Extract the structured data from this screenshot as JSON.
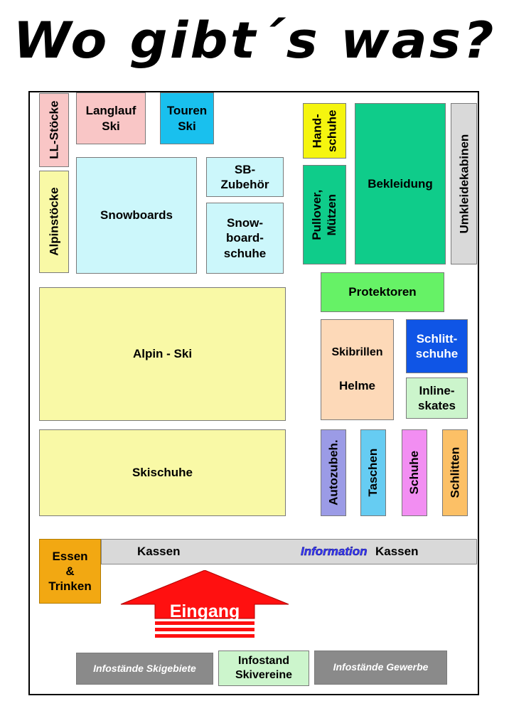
{
  "title": "Wo gibt´s was?",
  "zones": {
    "ll_stoecke": "LL-Stöcke",
    "langlauf_ski": "Langlauf\nSki",
    "touren_ski": "Touren\nSki",
    "handschuhe": "Hand-\nschuhe",
    "bekleidung": "Bekleidung",
    "umkleidekabinen": "Umkleidekabinen",
    "alpinstoecke": "Alpinstöcke",
    "snowboards": "Snowboards",
    "sb_zubehoer": "SB-\nZubehör",
    "snowboardschuhe": "Snow-\nboard-\nschuhe",
    "pullover_muetzen": "Pullover,\nMützen",
    "protektoren": "Protektoren",
    "alpin_ski": "Alpin - Ski",
    "skibrillen": "Skibrillen",
    "helme": "Helme",
    "schlittschuhe": "Schlitt-\nschuhe",
    "inlineskates": "Inline-\nskates",
    "skischuhe": "Skischuhe",
    "autozubehoer": "Autozubeh.",
    "taschen": "Taschen",
    "schuhe": "Schuhe",
    "schlitten": "Schlitten",
    "essen_trinken": "Essen\n&\nTrinken",
    "kassen_left": "Kassen",
    "information": "Information",
    "kassen_right": "Kassen",
    "eingang": "Eingang",
    "infostaende_skigebiete": "Infostände Skigebiete",
    "infostand_skivereine": "Infostand\nSkivereine",
    "infostaende_gewerbe": "Infostände Gewerbe"
  },
  "colors": {
    "pink": "#f9c6c6",
    "cyan_blue": "#19c0ee",
    "yellow": "#f5f58e",
    "light_cyan": "#ccf7fb",
    "light_yellow": "#f9f9a6",
    "teal": "#0fcc8a",
    "gray": "#d9d9d9",
    "green": "#66f266",
    "peach": "#fdd9b8",
    "blue": "#0f55e6",
    "light_green": "#ccf5cc",
    "lavender": "#9b9be6",
    "sky": "#66ccf2",
    "magenta": "#f28ef2",
    "orange_light": "#fcc066",
    "orange": "#f2a812",
    "dark_gray": "#8a8a8a",
    "arrow_red": "#ff1010"
  }
}
